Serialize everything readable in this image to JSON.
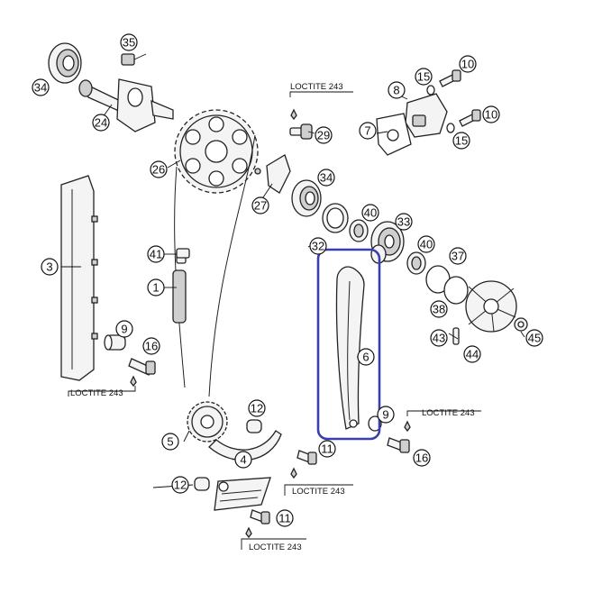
{
  "callouts": [
    "1",
    "3",
    "4",
    "5",
    "6",
    "7",
    "8",
    "9",
    "9",
    "10",
    "10",
    "11",
    "11",
    "12",
    "12",
    "15",
    "15",
    "16",
    "16",
    "24",
    "26",
    "27",
    "29",
    "32",
    "33",
    "34",
    "34",
    "35",
    "37",
    "38",
    "40",
    "40",
    "41",
    "43",
    "44",
    "45"
  ],
  "loctite_labels": [
    "LOCTITE 243",
    "LOCTITE 243",
    "LOCTITE 243",
    "LOCTITE 243",
    "LOCTITE 243"
  ],
  "colors": {
    "highlight": "#3a3fb0",
    "line": "#222222"
  }
}
